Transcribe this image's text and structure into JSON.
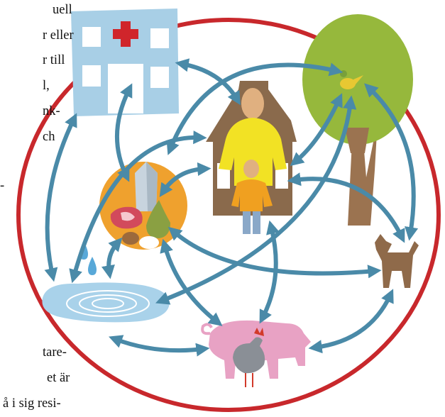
{
  "text_fragments": {
    "top": [
      "uell",
      "r eller",
      "r till",
      "l,",
      "nk-",
      "ch",
      "-"
    ],
    "bottom": [
      "tare-",
      "et är",
      "å i sig resi-"
    ]
  },
  "colors": {
    "ring": "#c8282c",
    "arrow": "#4a8aa8",
    "hospital": "#a8cfe6",
    "hospital_cross": "#d0252b",
    "house": "#8a6a4c",
    "adult_shirt": "#f2e224",
    "child_shirt": "#f0a020",
    "skin": "#e0b080",
    "jeans": "#8aa8c8",
    "tree_canopy": "#96b83c",
    "tree_trunk": "#9b7350",
    "bird": "#e8c832",
    "food_circle": "#efa12e",
    "meat": "#d24a5c",
    "pear": "#8aa042",
    "water": "#a9d2ea",
    "dog": "#8f6a4a",
    "pig": "#e8a2c4",
    "chicken": "#8a8f96",
    "chicken_comb": "#d23a2a"
  },
  "icons": [
    "hospital-icon",
    "house-family-icon",
    "tree-bird-icon",
    "food-icon",
    "water-icon",
    "dog-icon",
    "pig-icon",
    "chicken-icon"
  ]
}
